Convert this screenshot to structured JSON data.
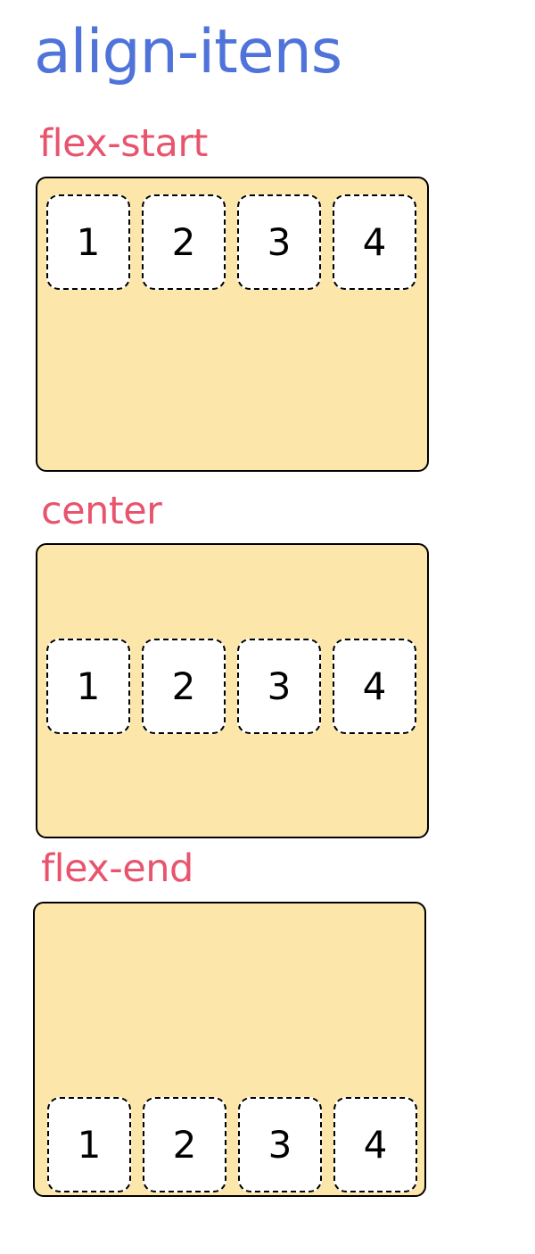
{
  "title": "align-itens",
  "sections": [
    {
      "label": "flex-start",
      "items": [
        "1",
        "2",
        "3",
        "4"
      ]
    },
    {
      "label": "center",
      "items": [
        "1",
        "2",
        "3",
        "4"
      ]
    },
    {
      "label": "flex-end",
      "items": [
        "1",
        "2",
        "3",
        "4"
      ]
    }
  ],
  "colors": {
    "title": "#4f73d9",
    "label": "#e8546d",
    "container_fill": "#fde6a9",
    "item_fill": "#ffffff"
  }
}
